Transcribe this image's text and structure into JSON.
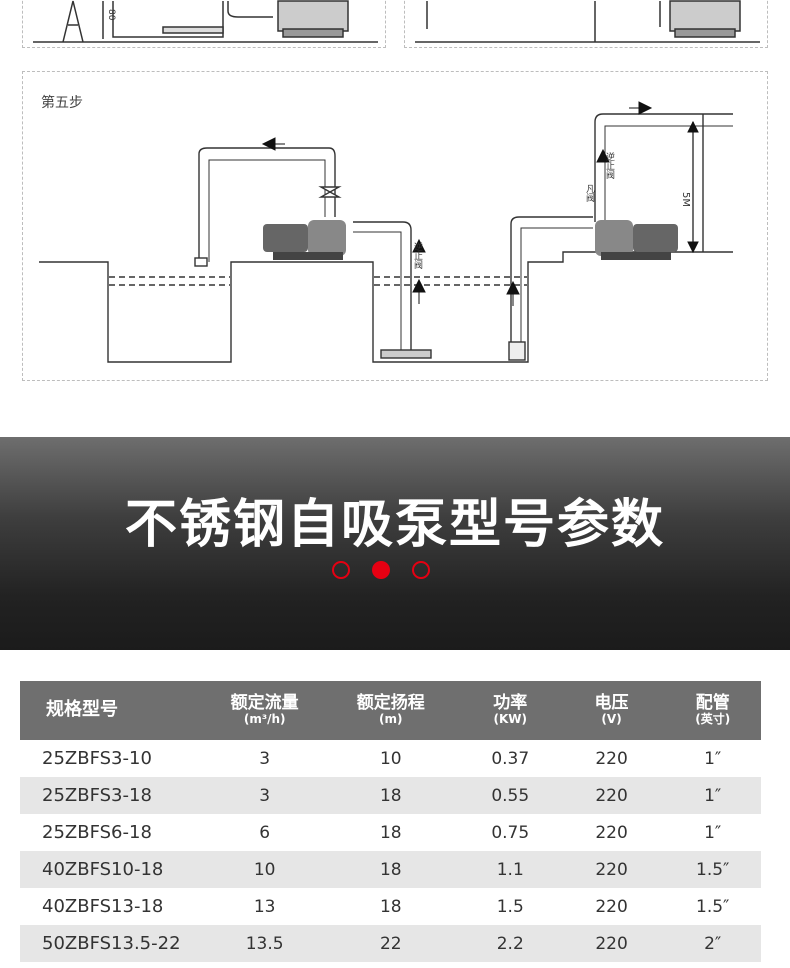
{
  "step5": {
    "label": "第五步"
  },
  "diagram": {
    "height_label": "5M",
    "check_valve_left": "逆止阀",
    "check_valve_right": "逆止阀",
    "valve_right": "凡阀",
    "height_label_top_left": "80"
  },
  "banner": {
    "title": "不锈钢自吸泵型号参数",
    "accent_color": "#e60012"
  },
  "table": {
    "headers": [
      {
        "label": "规格型号",
        "unit": ""
      },
      {
        "label": "额定流量",
        "unit": "(m³/h)"
      },
      {
        "label": "额定扬程",
        "unit": "(m)"
      },
      {
        "label": "功率",
        "unit": "(KW)"
      },
      {
        "label": "电压",
        "unit": "(V)"
      },
      {
        "label": "配管",
        "unit": "(英寸)"
      }
    ],
    "rows": [
      [
        "25ZBFS3-10",
        "3",
        "10",
        "0.37",
        "220",
        "1″"
      ],
      [
        "25ZBFS3-18",
        "3",
        "18",
        "0.55",
        "220",
        "1″"
      ],
      [
        "25ZBFS6-18",
        "6",
        "18",
        "0.75",
        "220",
        "1″"
      ],
      [
        "40ZBFS10-18",
        "10",
        "18",
        "1.1",
        "220",
        "1.5″"
      ],
      [
        "40ZBFS13-18",
        "13",
        "18",
        "1.5",
        "220",
        "1.5″"
      ],
      [
        "50ZBFS13.5-22",
        "13.5",
        "22",
        "2.2",
        "220",
        "2″"
      ]
    ]
  }
}
